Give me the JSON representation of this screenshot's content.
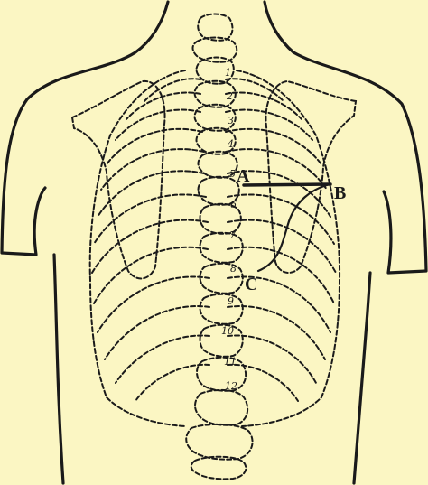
{
  "vertebra_numbers": [
    "1",
    "2",
    "3",
    "4",
    "5",
    "6",
    "7",
    "8",
    "9",
    "10",
    "11",
    "12"
  ],
  "points": {
    "a": "A",
    "b": "B",
    "c": "C"
  },
  "colors": {
    "background": "#fbf6c3",
    "ink": "#1a1a1a"
  }
}
